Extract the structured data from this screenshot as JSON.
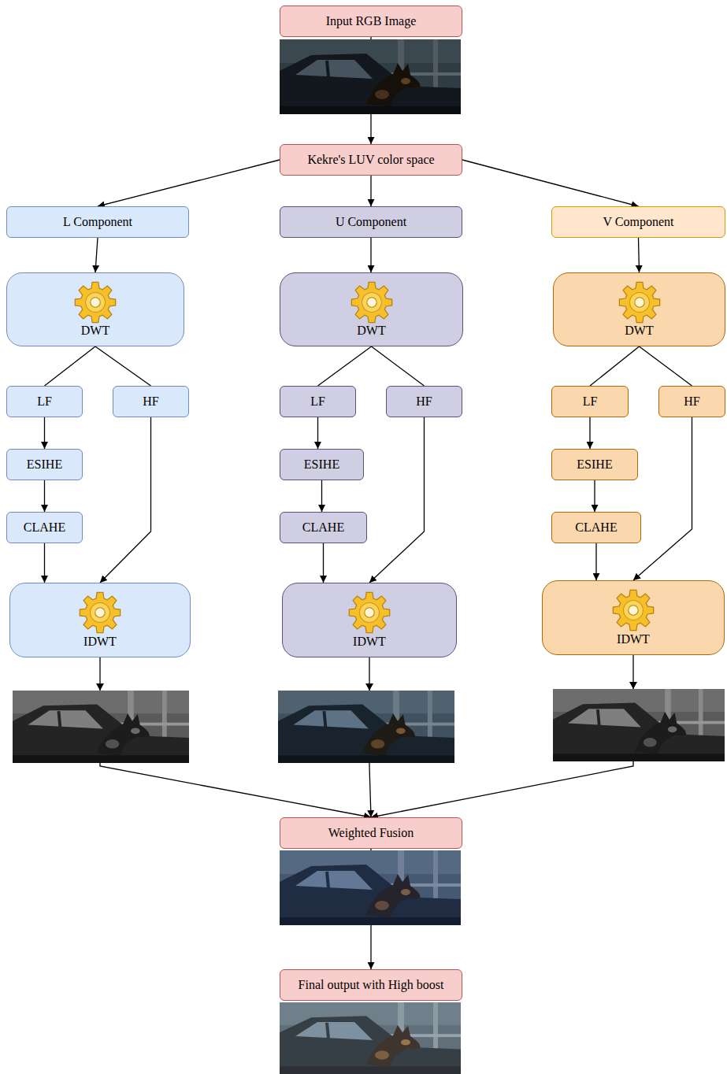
{
  "diagram": {
    "nodes": [
      {
        "text": [
          "Input RGB Image"
        ]
      },
      {
        "text": [
          "Kekre's LUV color space"
        ]
      },
      {
        "text": [
          "L Component"
        ]
      },
      {
        "text": [
          "U Component"
        ]
      },
      {
        "text": [
          "V Component"
        ]
      },
      {
        "text": [
          "DWT"
        ]
      },
      {
        "text": [
          "DWT"
        ]
      },
      {
        "text": [
          "DWT"
        ]
      },
      {
        "text": [
          "LF"
        ]
      },
      {
        "text": [
          "HF"
        ]
      },
      {
        "text": [
          "LF"
        ]
      },
      {
        "text": [
          "HF"
        ]
      },
      {
        "text": [
          "LF"
        ]
      },
      {
        "text": [
          "HF"
        ]
      },
      {
        "text": [
          "ESIHE"
        ]
      },
      {
        "text": [
          "ESIHE"
        ]
      },
      {
        "text": [
          "ESIHE"
        ]
      },
      {
        "text": [
          "CLAHE"
        ]
      },
      {
        "text": [
          "CLAHE"
        ]
      },
      {
        "text": [
          "CLAHE"
        ]
      },
      {
        "text": [
          "IDWT"
        ]
      },
      {
        "text": [
          "IDWT"
        ]
      },
      {
        "text": [
          "IDWT"
        ]
      },
      {
        "text": [
          "Weighted Fusion"
        ]
      },
      {
        "text": [
          "Final output with High boost"
        ]
      }
    ],
    "edges": [
      {
        "from": 0,
        "to": 1,
        "arrow": "to"
      },
      {
        "from": 1,
        "to": 2,
        "arrow": "to"
      },
      {
        "from": 1,
        "to": 3,
        "arrow": "to"
      },
      {
        "from": 1,
        "to": 4,
        "arrow": "to"
      },
      {
        "from": 2,
        "to": 5,
        "arrow": "to"
      },
      {
        "from": 3,
        "to": 6,
        "arrow": "to"
      },
      {
        "from": 4,
        "to": 7,
        "arrow": "to"
      },
      {
        "from": 5,
        "to": 8,
        "arrow": "none"
      },
      {
        "from": 5,
        "to": 9,
        "arrow": "none"
      },
      {
        "from": 6,
        "to": 10,
        "arrow": "none"
      },
      {
        "from": 6,
        "to": 11,
        "arrow": "none"
      },
      {
        "from": 7,
        "to": 12,
        "arrow": "none"
      },
      {
        "from": 7,
        "to": 13,
        "arrow": "none"
      },
      {
        "from": 8,
        "to": 14,
        "arrow": "to"
      },
      {
        "from": 10,
        "to": 15,
        "arrow": "to"
      },
      {
        "from": 12,
        "to": 16,
        "arrow": "to"
      },
      {
        "from": 14,
        "to": 17,
        "arrow": "to"
      },
      {
        "from": 15,
        "to": 18,
        "arrow": "to"
      },
      {
        "from": 16,
        "to": 19,
        "arrow": "to"
      },
      {
        "from": 17,
        "to": 20,
        "arrow": "to"
      },
      {
        "from": 9,
        "to": 20,
        "arrow": "to"
      },
      {
        "from": 18,
        "to": 21,
        "arrow": "to"
      },
      {
        "from": 11,
        "to": 21,
        "arrow": "to"
      },
      {
        "from": 19,
        "to": 22,
        "arrow": "to"
      },
      {
        "from": 13,
        "to": 22,
        "arrow": "to"
      },
      {
        "from": 20,
        "to": 23,
        "arrow": "to"
      },
      {
        "from": 21,
        "to": 23,
        "arrow": "to"
      },
      {
        "from": 22,
        "to": 23,
        "arrow": "to"
      },
      {
        "from": 23,
        "to": 24,
        "arrow": "to"
      }
    ]
  }
}
